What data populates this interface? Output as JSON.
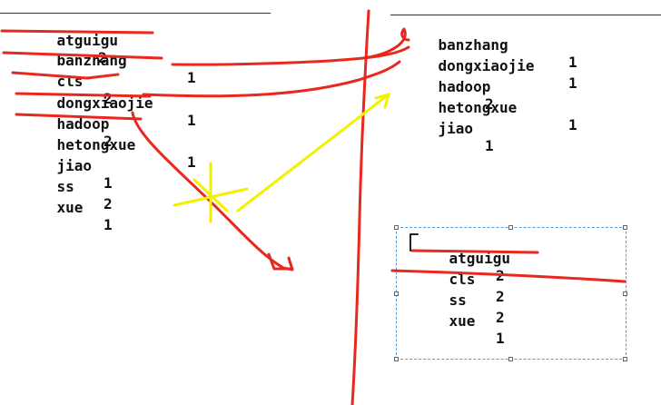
{
  "left_panel": {
    "rows": [
      {
        "word": "atguigu",
        "count": "2"
      },
      {
        "word": "banzhang",
        "count": "1"
      },
      {
        "word": "cls",
        "count": "2"
      },
      {
        "word": "dongxiaojie",
        "count": "1"
      },
      {
        "word": "hadoop",
        "count": "2"
      },
      {
        "word": "hetongxue",
        "count": "1"
      },
      {
        "word": "jiao",
        "count": "1"
      },
      {
        "word": "ss",
        "count": "2"
      },
      {
        "word": "xue",
        "count": "1"
      }
    ]
  },
  "right_panel": {
    "rows": [
      {
        "word": "banzhang",
        "count": "1"
      },
      {
        "word": "dongxiaojie",
        "count": "1"
      },
      {
        "word": "hadoop",
        "count": "2"
      },
      {
        "word": "hetongxue",
        "count": "1"
      },
      {
        "word": "jiao",
        "count": "1"
      }
    ]
  },
  "box_panel": {
    "rows": [
      {
        "word": "atguigu",
        "count": "2"
      },
      {
        "word": "cls",
        "count": "2"
      },
      {
        "word": "ss",
        "count": "2"
      },
      {
        "word": "xue",
        "count": "1"
      }
    ]
  },
  "annotation_colors": {
    "pen": "#e8281e",
    "highlight": "#f2f200"
  }
}
